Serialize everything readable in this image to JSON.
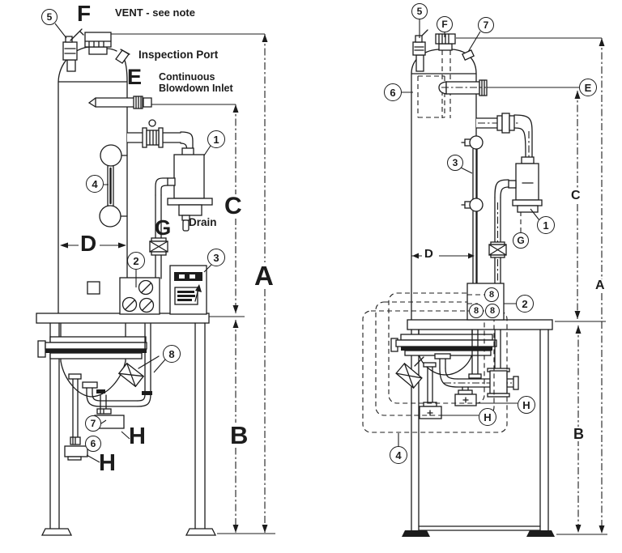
{
  "colors": {
    "ink": "#1c1c1c",
    "paper": "#ffffff"
  },
  "left_view": {
    "notes": {
      "vent": "VENT - see note",
      "inspection_port": "Inspection Port",
      "blowdown_line1": "Continuous",
      "blowdown_line2": "Blowdown Inlet",
      "drain": "Drain"
    },
    "dims": {
      "A": "A",
      "B": "B",
      "C": "C",
      "D": "D",
      "E": "E",
      "F": "F",
      "G": "G",
      "H_upper": "H",
      "H_lower": "H"
    },
    "callouts": {
      "n1": "1",
      "n2": "2",
      "n3": "3",
      "n4": "4",
      "n5": "5",
      "n6": "6",
      "n7": "7",
      "n8": "8"
    }
  },
  "right_view": {
    "dims": {
      "A": "A",
      "B": "B",
      "C": "C",
      "D": "D"
    },
    "callouts": {
      "n1": "1",
      "n2": "2",
      "n3": "3",
      "n4": "4",
      "n5": "5",
      "n6": "6",
      "n7": "7",
      "n8_top": "8",
      "n8_left": "8",
      "n8_right": "8",
      "F": "F",
      "E": "E",
      "G": "G",
      "H_upper": "H",
      "H_lower": "H"
    }
  }
}
